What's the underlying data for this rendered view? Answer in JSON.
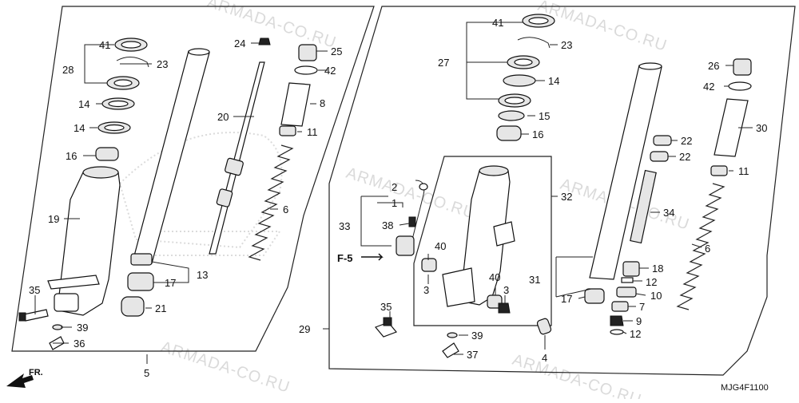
{
  "diagram": {
    "diagram_code": "MJG4F1100",
    "reference_label": "F-5",
    "front_indicator": "FR.",
    "watermarks": [
      "ARMADA-CO.RU",
      "ARMADA-CO.RU",
      "ARMADA-CO.RU",
      "ARMADA-CO.RU",
      "ARMADA-CO.RU",
      "ARMADA-CO.RU"
    ],
    "left_assembly": {
      "group_label": "5",
      "callouts": [
        "41",
        "28",
        "23",
        "14",
        "14",
        "16",
        "19",
        "35",
        "39",
        "36",
        "24",
        "20",
        "25",
        "42",
        "8",
        "11",
        "6",
        "17",
        "13",
        "21"
      ]
    },
    "right_assembly": {
      "group_label": "29",
      "callouts": [
        "41",
        "23",
        "27",
        "14",
        "15",
        "16",
        "2",
        "1",
        "33",
        "38",
        "40",
        "3",
        "35",
        "39",
        "37",
        "32",
        "40",
        "3",
        "26",
        "42",
        "30",
        "22",
        "22",
        "11",
        "34",
        "31",
        "18",
        "12",
        "17",
        "10",
        "7",
        "9",
        "12",
        "6",
        "4"
      ]
    }
  }
}
